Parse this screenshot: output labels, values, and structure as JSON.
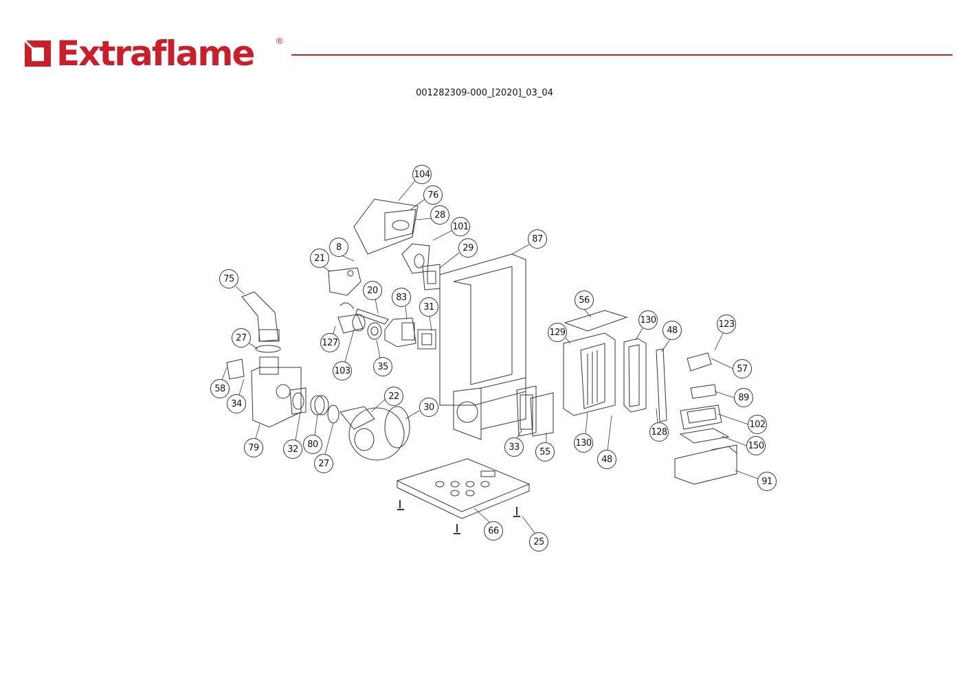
{
  "header": {
    "brand": "Extraflame",
    "registered_mark": "®",
    "document_id": "001282309-000_[2020]_03_04"
  },
  "colors": {
    "brand": "#c8202a",
    "line": "#333333"
  },
  "callouts": [
    "104",
    "76",
    "28",
    "101",
    "29",
    "87",
    "8",
    "21",
    "75",
    "20",
    "83",
    "31",
    "56",
    "130",
    "48",
    "123",
    "129",
    "27",
    "127",
    "57",
    "103",
    "35",
    "58",
    "22",
    "34",
    "89",
    "30",
    "102",
    "128",
    "130",
    "150",
    "79",
    "32",
    "80",
    "33",
    "55",
    "48",
    "27",
    "91",
    "66",
    "25"
  ]
}
